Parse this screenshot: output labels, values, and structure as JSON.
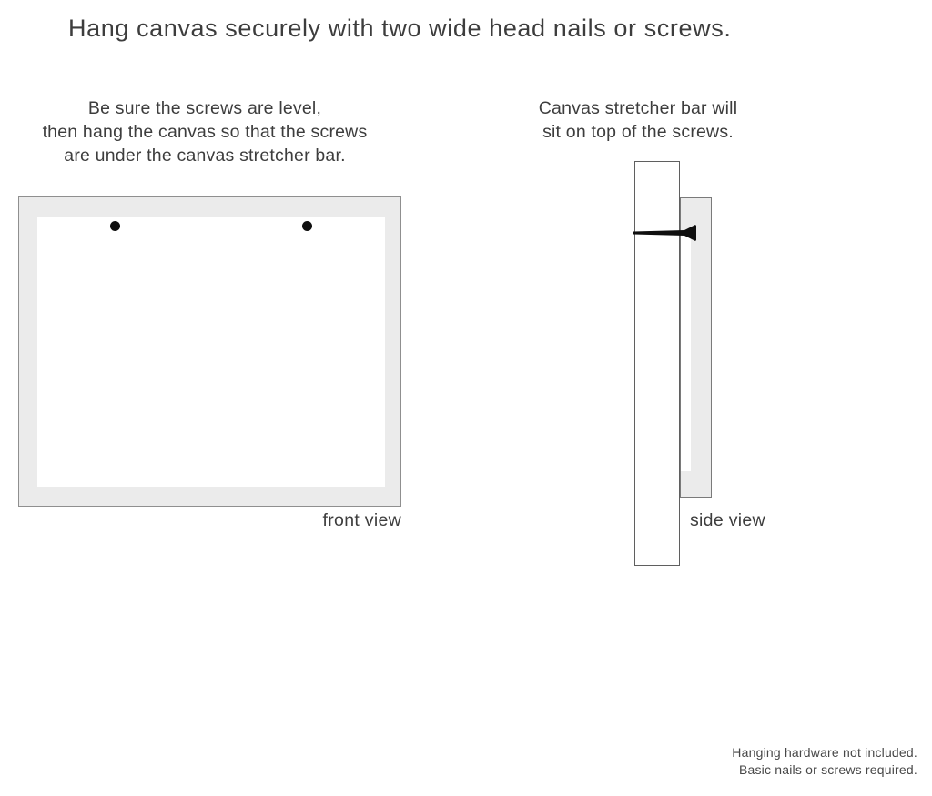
{
  "page": {
    "title": "Hang canvas securely with two wide head nails or screws."
  },
  "instructions": {
    "left_lines": [
      "Be sure the screws are level,",
      "then hang the canvas so that the screws",
      "are under the canvas stretcher bar."
    ],
    "right_lines": [
      "Canvas stretcher bar will",
      "sit on top of the screws."
    ]
  },
  "views": {
    "front_label": "front view",
    "side_label": "side view",
    "front_screw_count": 2
  },
  "footer_lines": [
    "Hanging hardware not included.",
    "Basic nails or screws required."
  ],
  "colors": {
    "canvas_fill": "#ebebeb",
    "border_light": "#8f8f8f",
    "border_dark": "#5f5f5f",
    "text": "#3d3d3d",
    "hardware": "#0f0f0f",
    "bg": "#ffffff"
  }
}
